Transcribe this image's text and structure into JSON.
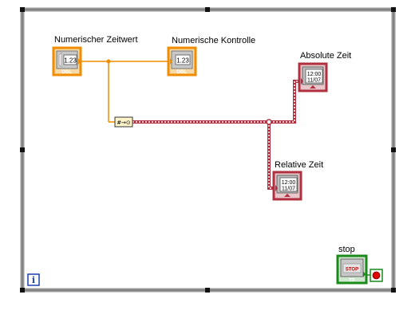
{
  "controls": {
    "numeric_time": {
      "label": "Numerischer Zeitwert",
      "display": "1.23",
      "type": "DBL"
    },
    "numeric_control": {
      "label": "Numerische Kontrolle",
      "display": "1.23",
      "type": "DBL"
    },
    "absolute_time": {
      "label": "Absolute Zeit",
      "time": "12:00",
      "date": "11/07"
    },
    "relative_time": {
      "label": "Relative Zeit",
      "time": "12:00",
      "date": "11/07"
    },
    "stop": {
      "label": "stop",
      "button_text": "STOP",
      "type": "TF"
    }
  },
  "convert_node": {
    "symbol": "#→⊙"
  },
  "loop": {
    "iteration_terminal": "i"
  },
  "colors": {
    "loop_frame": "#8a8a8a",
    "numeric_orange": "#f08c00",
    "timestamp_wire": "#b03040",
    "boolean_green": "#008000"
  }
}
